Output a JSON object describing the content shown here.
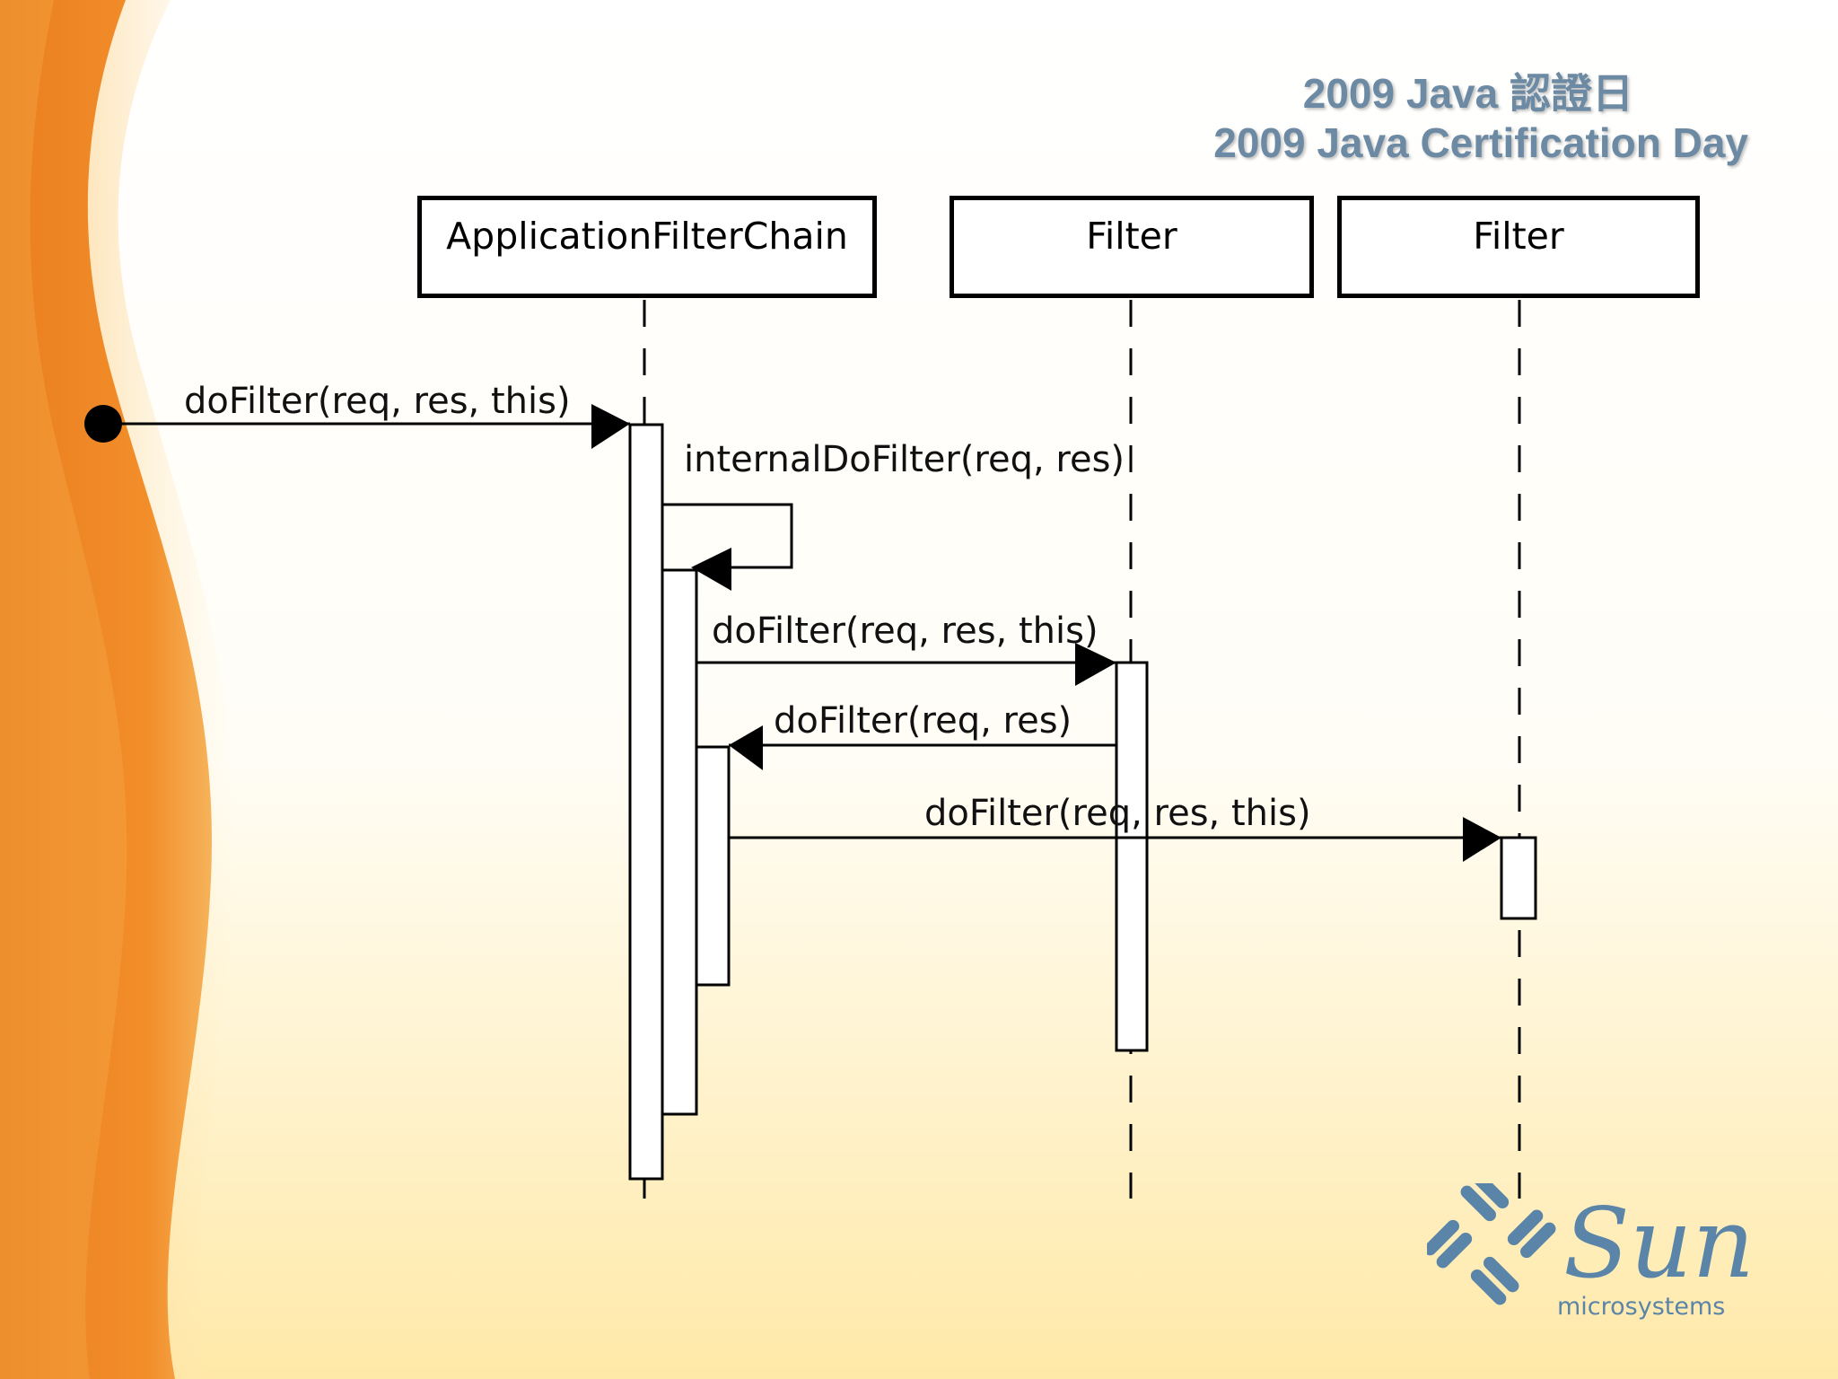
{
  "header": {
    "line1": "2009 Java 認證日",
    "line2": "2009 Java Certification Day"
  },
  "lifelines": [
    {
      "name": "ApplicationFilterChain"
    },
    {
      "name": "Filter"
    },
    {
      "name": "Filter"
    }
  ],
  "messages": [
    {
      "label": "doFilter(req, res, this)"
    },
    {
      "label": "internalDoFilter(req, res)"
    },
    {
      "label": "doFilter(req, res, this)"
    },
    {
      "label": "doFilter(req, res)"
    },
    {
      "label": "doFilter(req, res, this)"
    }
  ],
  "logo": {
    "brand": "Sun",
    "sub": "microsystems",
    "color": "#5a84a8"
  },
  "colors": {
    "orange": "#ea7e1f",
    "cream": "#fff6d8"
  }
}
